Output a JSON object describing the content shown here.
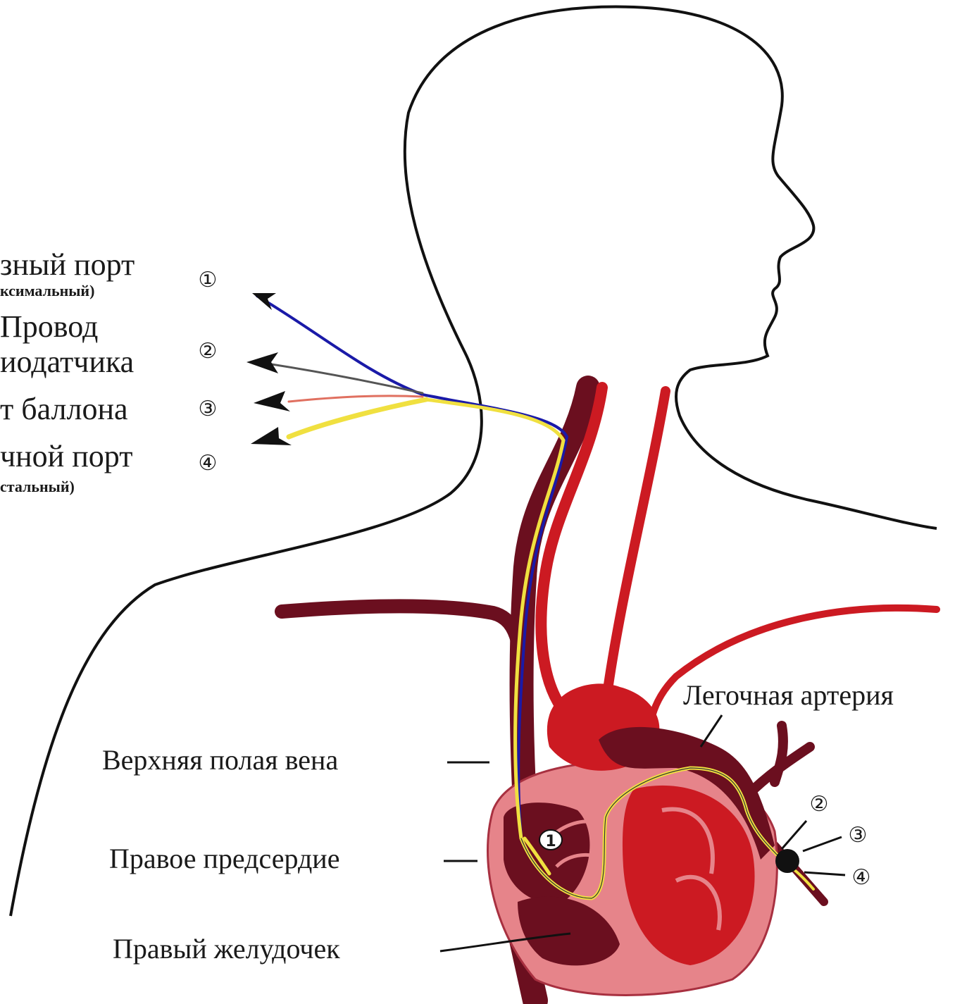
{
  "ports": [
    {
      "number": "①",
      "line1": "зный порт",
      "line2": "ксимальный)"
    },
    {
      "number": "②",
      "line1": "Провод",
      "line2": "иодатчика"
    },
    {
      "number": "③",
      "line1": "т баллона"
    },
    {
      "number": "④",
      "line1": "чной порт",
      "line2": "стальный)"
    }
  ],
  "anatomy": {
    "pulmonary_artery": "Легочная артерия",
    "superior_vena_cava": "Верхняя полая вена",
    "right_atrium": "Правое предсердие",
    "right_ventricle": "Правый желудочек"
  },
  "tip_markers": [
    "②",
    "③",
    "④"
  ],
  "atrium_marker": "1",
  "colors": {
    "vein": "#6b0f1f",
    "artery": "#cc1a22",
    "heart_light": "#e6848a",
    "proximal_line": "#1a1aa8",
    "thermistor_line": "#555555",
    "balloon_line": "#e07060",
    "distal_line": "#f0e040"
  }
}
